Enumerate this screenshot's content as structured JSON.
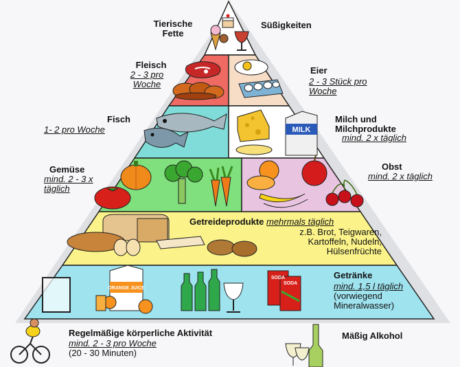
{
  "top": {
    "left_title": "Tierische Fette",
    "right_title": "Süßigkeiten"
  },
  "tier2": {
    "left_title": "Fleisch",
    "left_freq": "2 - 3 pro Woche",
    "right_title": "Eier",
    "right_freq": "2 - 3 Stück pro Woche"
  },
  "tier3": {
    "left_title": "Fisch",
    "left_freq": "1- 2 pro Woche",
    "right_title": "Milch und Milchprodukte",
    "right_freq": "mind. 2 x täglich",
    "milk_carton_text": "MILK"
  },
  "tier4": {
    "left_title": "Gemüse",
    "left_freq": "mind. 2 - 3 x täglich",
    "right_title": "Obst",
    "right_freq": "mind. 2 x täglich"
  },
  "tier5": {
    "title": "Getreideprodukte",
    "freq": "mehrmals täglich",
    "details": "z.B. Brot, Teigwaren, Kartoffeln, Nudeln, Hülsenfrüchte"
  },
  "tier6": {
    "title": "Getränke",
    "freq": "mind. 1,5 l täglich",
    "note": "(vorwiegend Mineralwasser)",
    "juice_text": "ORANGE JUICE",
    "soda_text": "SODA"
  },
  "bottom": {
    "activity_title": "Regelmäßige körperliche Aktivität",
    "activity_freq": "mind. 2 - 3 pro Woche",
    "activity_duration": "(20 - 30 Minuten)",
    "alcohol_title": "Mäßig Alkohol"
  },
  "colors": {
    "tier2_left": "#ee6a63",
    "tier2_right": "#f7dcc6",
    "tier3_left": "#7fdcd8",
    "tier3_right": "#ffffff",
    "tier4_left": "#7fe07d",
    "tier4_right": "#e8c4e0",
    "tier5": "#fbf38a",
    "tier6": "#9fe3ef"
  }
}
